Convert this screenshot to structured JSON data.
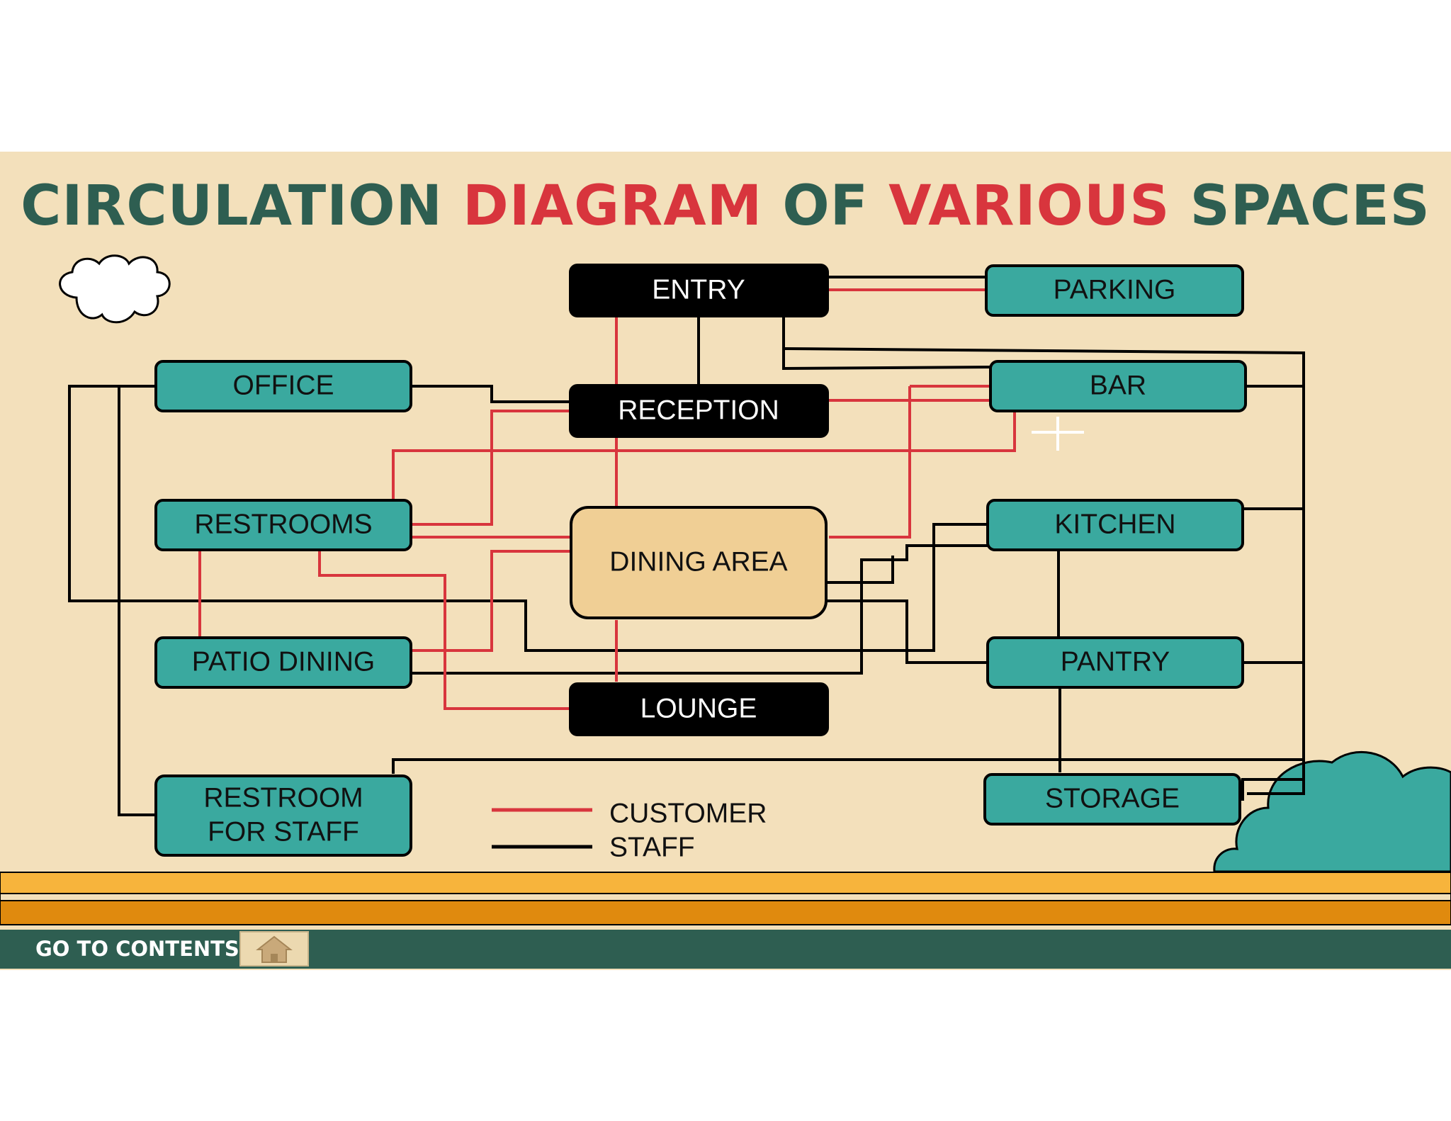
{
  "title": {
    "part1": "CIRCULATION",
    "part2": "DIAGRAM",
    "part3": "OF",
    "part4": "VARIOUS",
    "part5": "SPACES"
  },
  "colors": {
    "background": "#f3e0bb",
    "title_green": "#2e5e51",
    "title_red": "#d8353d",
    "node_teal": "#3aa99f",
    "node_black": "#000000",
    "dining_fill": "#f0cf95",
    "customer_line": "#d8353d",
    "staff_line": "#000000"
  },
  "nodes": {
    "entry": "ENTRY",
    "parking": "PARKING",
    "office": "OFFICE",
    "reception": "RECEPTION",
    "bar": "BAR",
    "restrooms": "RESTROOMS",
    "dining": "DINING AREA",
    "kitchen": "KITCHEN",
    "patio": "PATIO DINING",
    "pantry": "PANTRY",
    "lounge": "LOUNGE",
    "restroom_staff_1": "RESTROOM",
    "restroom_staff_2": "FOR STAFF",
    "storage": "STORAGE"
  },
  "legend": {
    "customer": "CUSTOMER",
    "staff": "STAFF"
  },
  "footer": {
    "goto": "GO TO CONTENTS",
    "home_icon": "home-icon"
  }
}
